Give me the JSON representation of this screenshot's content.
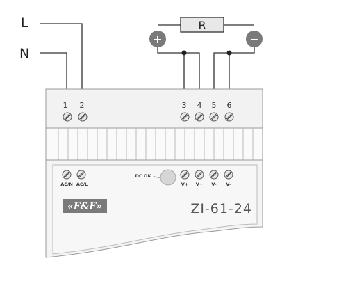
{
  "inputs": {
    "line": "L",
    "neutral": "N"
  },
  "load": {
    "label": "R",
    "plus_symbol": "+",
    "minus_symbol": "−"
  },
  "top_terminals": [
    "1",
    "2",
    "3",
    "4",
    "5",
    "6"
  ],
  "front_terminals": [
    "AC/N",
    "AC/L",
    "V+",
    "V+",
    "V-",
    "V-"
  ],
  "status_led": "DC OK",
  "brand": "«F&F»",
  "model": "ZI-61-24"
}
